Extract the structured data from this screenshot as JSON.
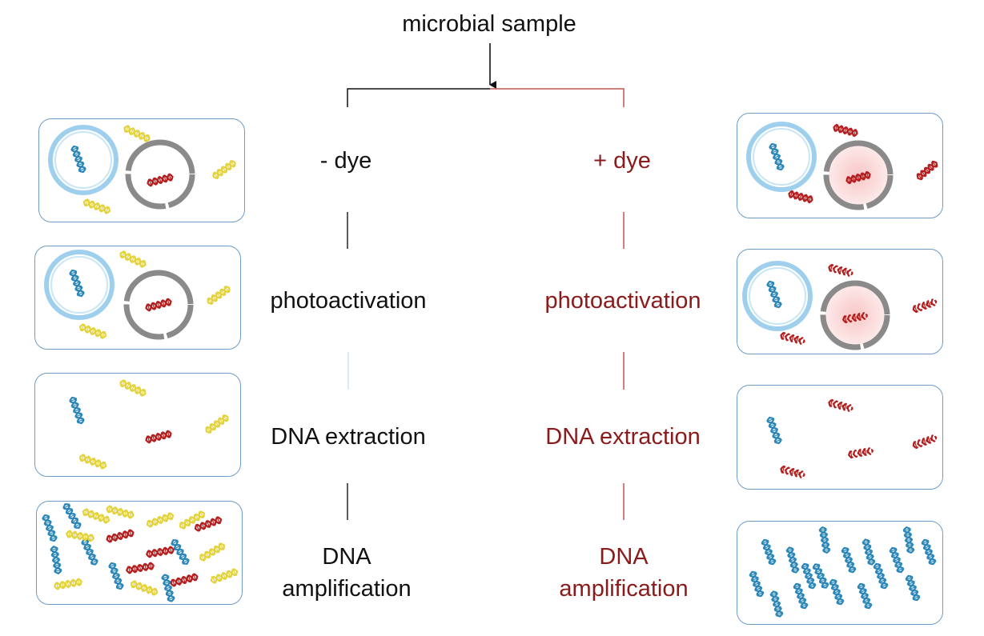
{
  "title": "microbial sample",
  "left_branch": {
    "steps": [
      "- dye",
      "photoactivation",
      "DNA extraction",
      "DNA amplification"
    ]
  },
  "right_branch": {
    "steps": [
      "+ dye",
      "photoactivation",
      "DNA extraction",
      "DNA amplification"
    ]
  },
  "colors": {
    "left_text": "#111111",
    "right_text": "#8b1a1a",
    "live_cell": "#9ed0ee",
    "dead_cell": "#8a8a8a",
    "dna_blue": "#2a86b8",
    "dna_red": "#b41e1e",
    "dna_yellow": "#e3d23a",
    "panel_border": "#6e9cc6"
  }
}
